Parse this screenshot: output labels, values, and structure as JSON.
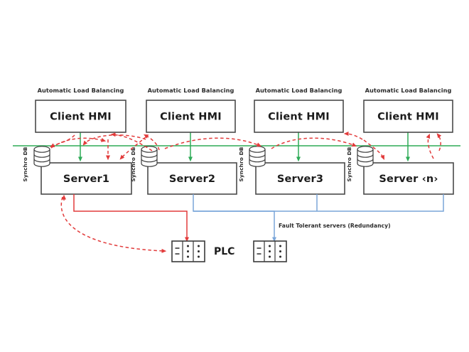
{
  "diagram": {
    "title_caption": "Automatic Load Balancing",
    "columns": [
      {
        "caption": "Automatic Load Balancing",
        "client_label": "Client HMI",
        "server_label": "Server1",
        "db_label": "Synchro DB"
      },
      {
        "caption": "Automatic Load Balancing",
        "client_label": "Client HMI",
        "server_label": "Server2",
        "db_label": "Synchro DB"
      },
      {
        "caption": "Automatic Load Balancing",
        "client_label": "Client HMI",
        "server_label": "Server3",
        "db_label": "Synchro DB"
      },
      {
        "caption": "Automatic Load Balancing",
        "client_label": "Client HMI",
        "server_label": "Server ‹n›",
        "db_label": "Synchro DB"
      }
    ],
    "annotations": {
      "fault_tolerant": "Fault Tolerant servers (Redundancy)",
      "plc_label": "PLC"
    },
    "colors": {
      "green": "#2eab57",
      "red": "#e23b3b",
      "blue": "#7aa6d9",
      "box_stroke": "#4a4a4a",
      "text": "#1c1c1c",
      "background": "#ffffff"
    }
  }
}
